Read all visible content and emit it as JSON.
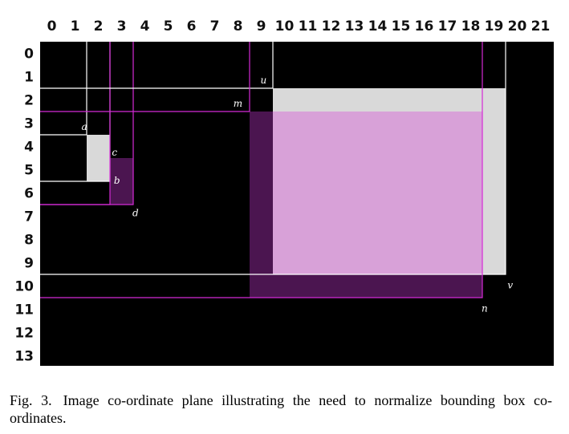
{
  "figure": {
    "caption_label": "Fig. 3.",
    "caption_text": "Image co-ordinate plane illustrating the need to normalize bounding box co-ordinates."
  },
  "grid": {
    "x_ticks": [
      "0",
      "1",
      "2",
      "3",
      "4",
      "5",
      "6",
      "7",
      "8",
      "9",
      "10",
      "11",
      "12",
      "13",
      "14",
      "15",
      "16",
      "17",
      "18",
      "19",
      "20",
      "21"
    ],
    "y_ticks": [
      "0",
      "1",
      "2",
      "3",
      "4",
      "5",
      "6",
      "7",
      "8",
      "9",
      "10",
      "11",
      "12",
      "13"
    ],
    "x_max": 22,
    "y_max": 14,
    "background": "#000000"
  },
  "colors": {
    "white_line": "#ffffff",
    "magenta_line": "#d42ad6",
    "light_gray_fill": "#d9d9d9",
    "light_pink_fill": "#d8a1d8",
    "dark_purple_fill": "#4b1550"
  },
  "boxes": [
    {
      "name": "a",
      "x1": 0,
      "y1": 0,
      "x2": 2,
      "y2": 4,
      "kind": "white"
    },
    {
      "name": "b",
      "x1": 0,
      "y1": 0,
      "x2": 3,
      "y2": 6,
      "kind": "white"
    },
    {
      "name": "c",
      "x1": 0,
      "y1": 0,
      "x2": 3,
      "y2": 7,
      "kind": "magenta"
    },
    {
      "name": "d",
      "x1": 0,
      "y1": 0,
      "x2": 4,
      "y2": 7,
      "kind": "magenta"
    },
    {
      "name": "u",
      "x1": 0,
      "y1": 0,
      "x2": 10,
      "y2": 2,
      "kind": "white"
    },
    {
      "name": "m",
      "x1": 0,
      "y1": 0,
      "x2": 9,
      "y2": 3,
      "kind": "magenta"
    },
    {
      "name": "v",
      "x1": 0,
      "y1": 0,
      "x2": 20,
      "y2": 10,
      "kind": "white"
    },
    {
      "name": "n",
      "x1": 0,
      "y1": 0,
      "x2": 19,
      "y2": 11,
      "kind": "magenta"
    }
  ],
  "fills": [
    {
      "x1": 2,
      "y1": 4,
      "x2": 3,
      "y2": 6,
      "color": "light_gray_fill"
    },
    {
      "x1": 3,
      "y1": 5,
      "x2": 4,
      "y2": 7,
      "color": "dark_purple_fill"
    },
    {
      "x1": 10,
      "y1": 2,
      "x2": 20,
      "y2": 10,
      "color": "light_gray_fill"
    },
    {
      "x1": 9,
      "y1": 3,
      "x2": 19,
      "y2": 11,
      "color": "dark_purple_fill"
    },
    {
      "x1": 10,
      "y1": 3,
      "x2": 19,
      "y2": 10,
      "color": "light_pink_fill"
    }
  ],
  "labels": [
    {
      "text": "a",
      "gx": 1.9,
      "gy": 3.8,
      "style": "inside"
    },
    {
      "text": "c",
      "gx": 3.2,
      "gy": 4.9,
      "style": "inside"
    },
    {
      "text": "b",
      "gx": 3.3,
      "gy": 6.1,
      "style": "inside"
    },
    {
      "text": "d",
      "gx": 4.1,
      "gy": 7.5,
      "style": "inside"
    },
    {
      "text": "u",
      "gx": 9.6,
      "gy": 1.8,
      "style": "inside"
    },
    {
      "text": "m",
      "gx": 8.5,
      "gy": 2.8,
      "style": "inside"
    },
    {
      "text": "v",
      "gx": 20.2,
      "gy": 10.6,
      "style": "inside"
    },
    {
      "text": "n",
      "gx": 19.1,
      "gy": 11.6,
      "style": "inside"
    }
  ]
}
